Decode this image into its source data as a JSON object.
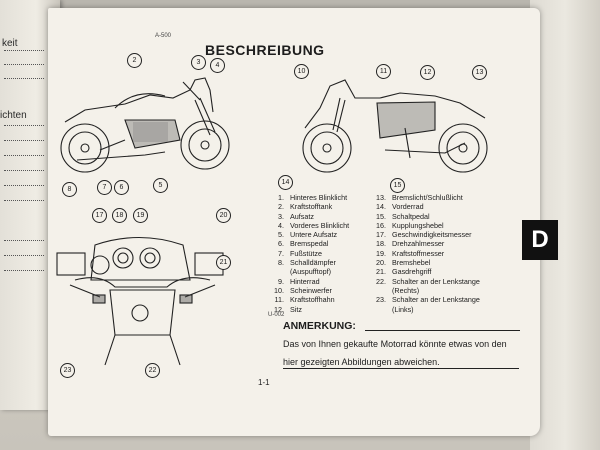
{
  "header": {
    "ref_top": "A-500",
    "title": "BESCHREIBUNG",
    "ref_bottom": "U-002",
    "page_number": "1-1",
    "section_tab": "D"
  },
  "left_page_fragments": [
    "keit",
    "ichten"
  ],
  "callouts": {
    "bike_left": [
      "2",
      "3",
      "4",
      "5",
      "6",
      "7",
      "8"
    ],
    "bike_right": [
      "10",
      "11",
      "12",
      "13",
      "14",
      "15"
    ],
    "handlebar": [
      "17",
      "18",
      "19",
      "20",
      "21",
      "22",
      "23"
    ]
  },
  "legend_left": [
    {
      "num": "1.",
      "label": "Hinteres Blinklicht"
    },
    {
      "num": "2.",
      "label": "Kraftstofftank"
    },
    {
      "num": "3.",
      "label": "Aufsatz"
    },
    {
      "num": "4.",
      "label": "Vorderes Blinklicht"
    },
    {
      "num": "5.",
      "label": "Untere Aufsatz"
    },
    {
      "num": "6.",
      "label": "Bremspedal"
    },
    {
      "num": "7.",
      "label": "Fußstütze"
    },
    {
      "num": "8.",
      "label": "Schalldämpfer"
    },
    {
      "num": "",
      "label": "(Auspufftopf)"
    },
    {
      "num": "9.",
      "label": "Hinterrad"
    },
    {
      "num": "10.",
      "label": "Scheinwerfer"
    },
    {
      "num": "11.",
      "label": "Kraftstoffhahn"
    },
    {
      "num": "12.",
      "label": "Sitz"
    }
  ],
  "legend_right": [
    {
      "num": "13.",
      "label": "Bremslicht/Schlußlicht"
    },
    {
      "num": "14.",
      "label": "Vorderrad"
    },
    {
      "num": "15.",
      "label": "Schaltpedal"
    },
    {
      "num": "16.",
      "label": "Kupplungshebel"
    },
    {
      "num": "17.",
      "label": "Geschwindigkeitsmesser"
    },
    {
      "num": "18.",
      "label": "Drehzahlmesser"
    },
    {
      "num": "19.",
      "label": "Kraftstoffmesser"
    },
    {
      "num": "20.",
      "label": "Bremshebel"
    },
    {
      "num": "21.",
      "label": "Gasdrehgriff"
    },
    {
      "num": "22.",
      "label": "Schalter an der Lenkstange"
    },
    {
      "num": "",
      "label": "(Rechts)"
    },
    {
      "num": "23.",
      "label": "Schalter an der Lenkstange"
    },
    {
      "num": "",
      "label": "(Links)"
    }
  ],
  "note": {
    "title": "ANMERKUNG:",
    "text": "Das von Ihnen gekaufte Motorrad könnte etwas von den hier gezeigten Abbildungen abweichen."
  }
}
